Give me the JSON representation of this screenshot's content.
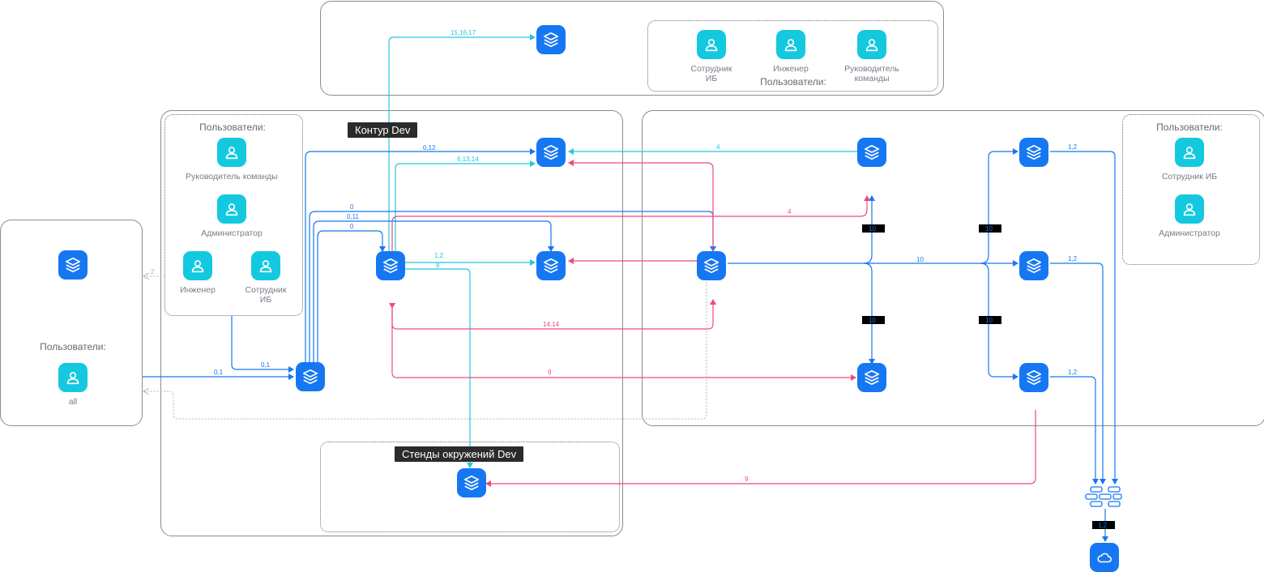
{
  "colors": {
    "blue": "#1677f2",
    "cyan": "#22c7de",
    "pink": "#ef4a7c",
    "gray": "#b5b5b5",
    "node_blue": "#1677f2",
    "user_cyan": "#14c9df"
  },
  "icons": {
    "service": "stacked-layers-icon",
    "user": "user-icon",
    "firewall": "firewall-brick-icon",
    "cloud": "cloud-icon"
  },
  "top_zone": {
    "users_group": {
      "title": "Пользователи:",
      "users": [
        "Сотрудник\nИБ",
        "Инженер",
        "Руководитель\nкоманды"
      ]
    }
  },
  "dev_zone": {
    "tag": "Контур Dev",
    "users_group": {
      "title": "Пользователи:",
      "users": [
        "Руководитель команды",
        "Администратор",
        "Инженер",
        "Сотрудник\nИБ"
      ]
    },
    "envs_tag": "Стенды окружений Dev"
  },
  "left_zone": {
    "title": "Пользователи:",
    "user": "all"
  },
  "right_zone": {
    "users_group": {
      "title": "Пользователи:",
      "users": [
        "Сотрудник ИБ",
        "Администратор"
      ]
    }
  },
  "links": [
    {
      "label": "15,16,17",
      "color": "cyan"
    },
    {
      "label": "0,12",
      "color": "blue"
    },
    {
      "label": "6,13,14",
      "color": "cyan"
    },
    {
      "label": "4",
      "color": "cyan"
    },
    {
      "label": "0",
      "color": "blue"
    },
    {
      "label": "0,11",
      "color": "blue"
    },
    {
      "label": "0",
      "color": "blue"
    },
    {
      "label": "4",
      "color": "pink"
    },
    {
      "label": "1,2",
      "color": "cyan"
    },
    {
      "label": "8",
      "color": "cyan"
    },
    {
      "label": "10",
      "color": "blue"
    },
    {
      "label": "14,14",
      "color": "pink"
    },
    {
      "label": "9",
      "color": "pink"
    },
    {
      "label": "0,1",
      "color": "blue"
    },
    {
      "label": "0,1",
      "color": "blue"
    },
    {
      "label": "2",
      "color": "gray"
    },
    {
      "label": "9",
      "color": "pink"
    },
    {
      "label": "1,2",
      "color": "blue"
    },
    {
      "label": "1,2",
      "color": "blue"
    },
    {
      "label": "1,2",
      "color": "blue"
    }
  ],
  "firewall_labels": [
    "10",
    "10",
    "10",
    "10",
    "1,2"
  ]
}
